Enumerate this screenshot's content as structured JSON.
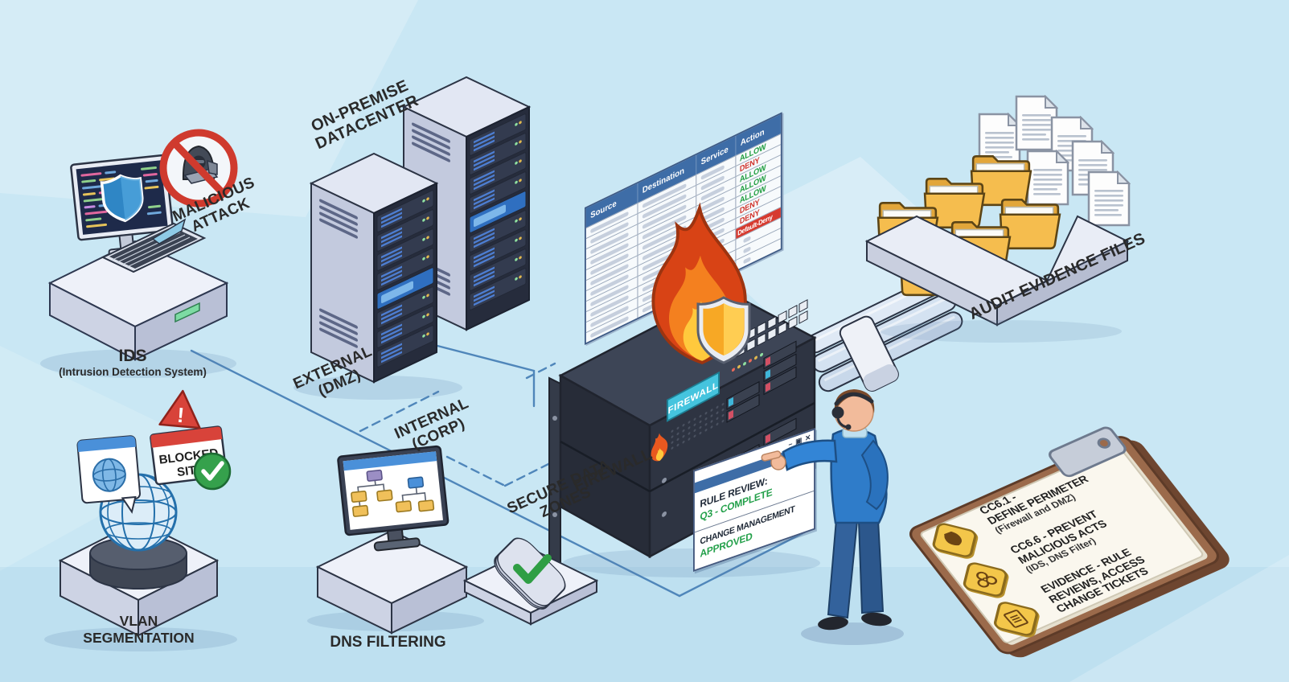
{
  "labels": {
    "malicious_attack_line1": "MALICIOUS",
    "malicious_attack_line2": "ATTACK",
    "ids_title": "IDS",
    "ids_subtitle": "(Intrusion Detection System)",
    "datacenter_line1": "ON-PREMISE",
    "datacenter_line2": "DATACENTER",
    "external_line1": "EXTERNAL",
    "external_line2": "(DMZ)",
    "internal_line1": "INTERNAL",
    "internal_line2": "(CORP)",
    "secure_line1": "SECURE DATA",
    "secure_line2": "ZONES",
    "firewall": "FIREWALL",
    "audit": "AUDIT EVIDENCE FILES",
    "vlan_line1": "VLAN",
    "vlan_line2": "SEGMENTATION",
    "dns": "DNS FILTERING"
  },
  "firewall_table": {
    "headers": [
      "Source",
      "Destination",
      "Service",
      "Action"
    ],
    "actions": [
      "ALLOW",
      "DENY",
      "ALLOW",
      "ALLOW",
      "ALLOW",
      "DENY",
      "DENY"
    ],
    "default_action": "Default-Deny",
    "extra_rows": 3,
    "colors": {
      "header_bg": "#3e6da7",
      "allow": "#1f9d3f",
      "deny": "#d0342c",
      "default_bg": "#d63a2f"
    }
  },
  "firewall_device": {
    "sticker": "FIREWALL"
  },
  "blocked_sign": {
    "line1": "BLOCKED",
    "line2": "SITE",
    "warning_mark": "!"
  },
  "review_window": {
    "minimize": "–",
    "maximize": "▣",
    "close": "✕",
    "title_line1": "RULE REVIEW:",
    "status1": "Q3 - COMPLETE",
    "title_line2": "CHANGE MANAGEMENT",
    "status2": "APPROVED",
    "status_color": "#23a04a"
  },
  "clipboard": {
    "items": [
      {
        "icon": "flame-badge",
        "line1": "CC6.1 -",
        "line2": "DEFINE PERIMETER",
        "line3": "",
        "subtitle": "(Firewall and DMZ)"
      },
      {
        "icon": "biohazard-badge",
        "line1": "CC6.6 - PREVENT",
        "line2": "MALICIOUS ACTS",
        "line3": "",
        "subtitle": "(IDS, DNS Filter)"
      },
      {
        "icon": "ticket-badge",
        "line1": "EVIDENCE - RULE",
        "line2": "REVIEWS, ACCESS",
        "line3": "CHANGE TICKETS",
        "subtitle": ""
      }
    ]
  },
  "colors": {
    "background": "#c9e7f4",
    "zone_line": "#4f86ba",
    "firewall_sticker_bg": "#45c4de",
    "flame_outer": "#d84315",
    "flame_mid": "#f4801f",
    "flame_inner": "#ffc93d",
    "folder": "#f5bd4e",
    "clipboard_board": "#9b6a4b",
    "badge_yellow": "#f3c64a",
    "person_sweater": "#2f7cc9",
    "globe_stroke": "#2470ab",
    "blocked_red": "#d8433a",
    "check_green": "#35a14c"
  }
}
